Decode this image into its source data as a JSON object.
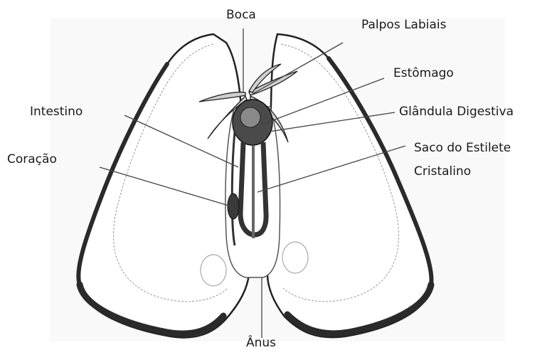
{
  "labels": {
    "boca": "Boca",
    "palpos_labiais": "Palpos Labiais",
    "estomago": "Estômago",
    "intestino": "Intestino",
    "glandula_digestiva": "Glândula Digestiva",
    "coracao": "Coração",
    "saco_estilete_line1": "Saco do Estilete",
    "saco_estilete_line2": "Cristalino",
    "anus": "Ânus"
  },
  "colors": {
    "ink": "#1a1a1a",
    "shell_edge": "#2a2a2a",
    "organ_fill": "#3a3a3a",
    "background": "#ffffff"
  }
}
